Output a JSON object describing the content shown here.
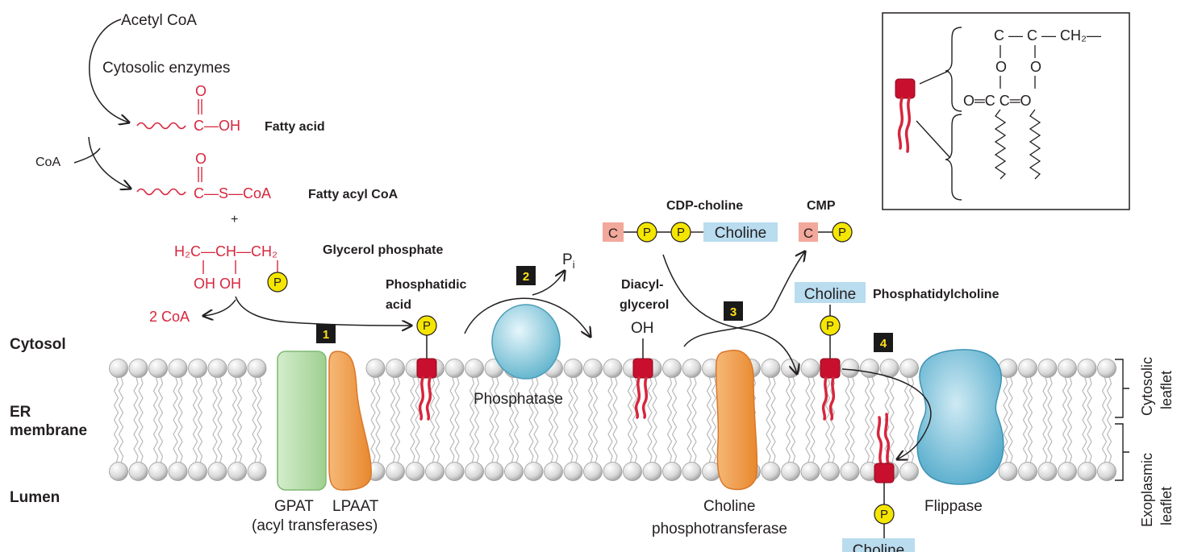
{
  "pathway": {
    "acetyl_coa": "Acetyl CoA",
    "cytosolic_enzymes": "Cytosolic enzymes",
    "coa_in": "CoA",
    "fatty_acid_group": "C—OH",
    "fatty_acid_label": "Fatty acid",
    "fatty_acyl_group": "C—S—CoA",
    "fatty_acyl_label": "Fatty acyl CoA",
    "plus": "+",
    "glycerol_top": "H₂C—CH—CH₂",
    "glycerol_bottom": "OH  OH",
    "glycerol_label": "Glycerol phosphate",
    "coa_out": "2 CoA",
    "carbonyl_o": "O"
  },
  "regions": {
    "cytosol": "Cytosol",
    "er_line1": "ER",
    "er_line2": "membrane",
    "lumen": "Lumen"
  },
  "steps": {
    "step1": "1",
    "step2": "2",
    "step3": "3",
    "step4": "4"
  },
  "molecules": {
    "phosphatidic_acid_1": "Phosphatidic",
    "phosphatidic_acid_2": "acid",
    "pi": "P",
    "pi_sub": "i",
    "diacylglycerol_1": "Diacyl-",
    "diacylglycerol_2": "glycerol",
    "oh": "OH",
    "cdp_choline": "CDP-choline",
    "cmp": "CMP",
    "c": "C",
    "p": "P",
    "choline": "Choline",
    "phosphatidylcholine": "Phosphatidylcholine"
  },
  "enzymes": {
    "gpat": "GPAT",
    "lpaat": "LPAAT",
    "acyl_transferases": "(acyl transferases)",
    "phosphatase": "Phosphatase",
    "choline_phospho_1": "Choline",
    "choline_phospho_2": "phosphotransferase",
    "flippase": "Flippase"
  },
  "leaflets": {
    "cytosolic_1": "Cytosolic",
    "cytosolic_2": "leaflet",
    "exoplasmic_1": "Exoplasmic",
    "exoplasmic_2": "leaflet"
  },
  "inset": {
    "row1": "C — C — CH₂—",
    "row2_a": "O",
    "row2_b": "O",
    "row3": "O═C     C═O"
  },
  "colors": {
    "red": "#d7263d",
    "head_red": "#c8102e",
    "phosphate_yellow": "#f5e600",
    "choline_blue": "#b9dcef",
    "cytidine_pink": "#f2a89b",
    "gpat_green": "#b9dfb0",
    "lpaat_orange": "#f3a24f",
    "phosphatase_blue": "#8ed0e0",
    "flippase_blue": "#6fbdd8",
    "step_box": "#1a1a1a",
    "step_text": "#ffe01b"
  }
}
